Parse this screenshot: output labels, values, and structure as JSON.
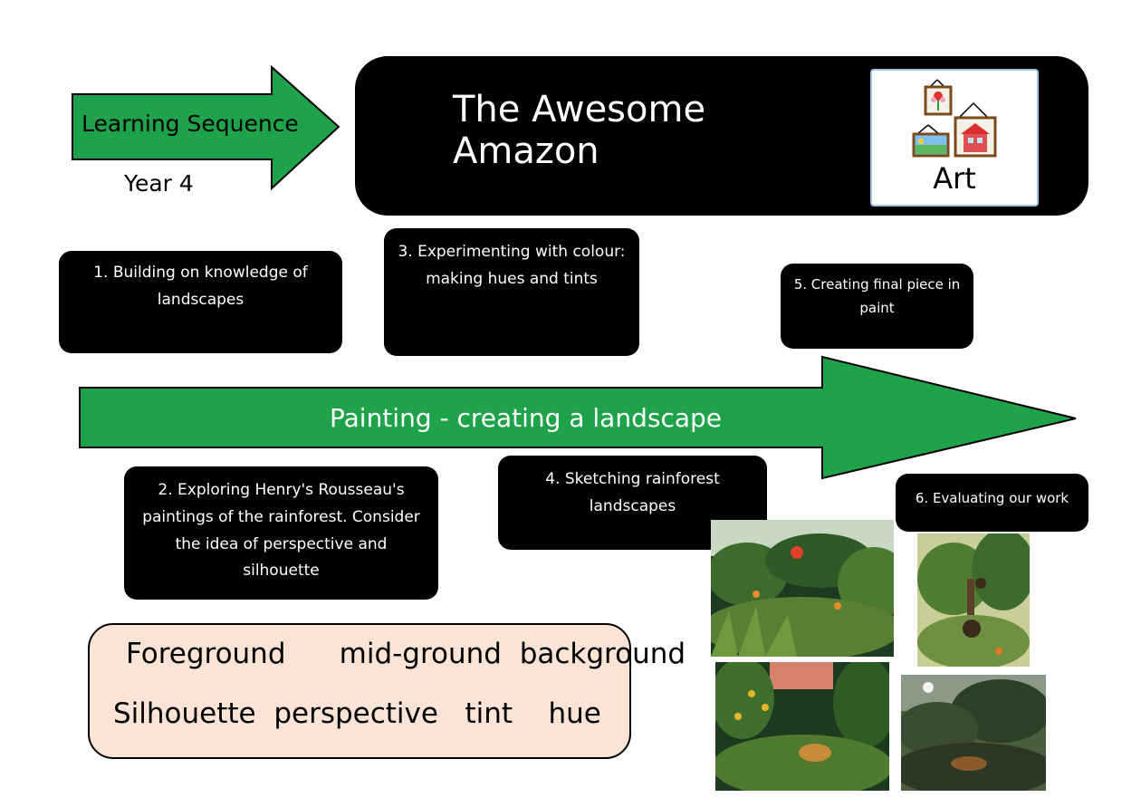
{
  "header": {
    "sequence_label": "Learning Sequence",
    "year": "Year 4",
    "title": "The Awesome Amazon",
    "subject_label": "Art"
  },
  "timeline": {
    "label": "Painting - creating a landscape",
    "color": "#1fa34a"
  },
  "steps": [
    {
      "text": "1.    Building on knowledge of landscapes"
    },
    {
      "text": "2. Exploring Henry's Rousseau's paintings of the rainforest.  Consider the idea of perspective and silhouette"
    },
    {
      "text": "3. Experimenting with colour: making hues and tints"
    },
    {
      "text": "4. Sketching rainforest landscapes"
    },
    {
      "text": "5.  Creating final piece in paint"
    },
    {
      "text": "6.  Evaluating our work"
    }
  ],
  "vocabulary": {
    "line1": "Foreground      mid-ground  background",
    "line2": "Silhouette  perspective   tint    hue"
  },
  "images": [
    {
      "name": "rousseau-painting-1"
    },
    {
      "name": "rousseau-painting-2"
    },
    {
      "name": "rousseau-painting-3"
    },
    {
      "name": "rousseau-painting-4"
    }
  ],
  "colors": {
    "accent_green": "#1fa34a",
    "box_black": "#000000",
    "vocab_bg": "#fbe3d6"
  }
}
